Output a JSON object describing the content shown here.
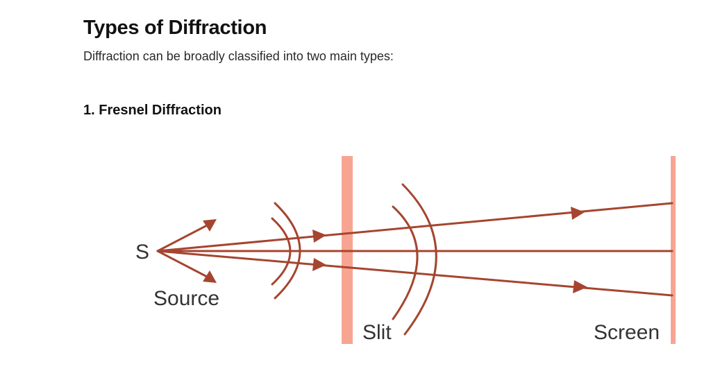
{
  "page": {
    "title": "Types of Diffraction",
    "intro": "Diffraction can be broadly classified into two main types:",
    "section_heading": "1. Fresnel Diffraction"
  },
  "diagram": {
    "labels": {
      "source_symbol": "S",
      "source": "Source",
      "slit": "Slit",
      "screen": "Screen"
    },
    "colors": {
      "ray": "#a5452f",
      "barrier": "#f7a592",
      "text": "#333333"
    }
  }
}
